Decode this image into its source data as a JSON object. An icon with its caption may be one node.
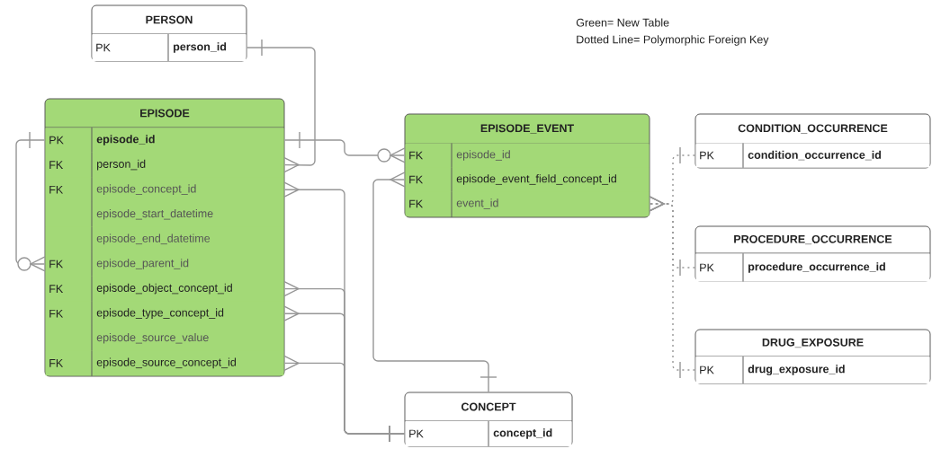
{
  "diagram": {
    "nodes": [
      {
        "text": [
          "PERSON"
        ]
      },
      {
        "text": [
          "PK",
          "person_id"
        ],
        "in": 0
      },
      {
        "text": [
          "EPISODE"
        ]
      },
      {
        "text": [
          "PK",
          "episode_id"
        ],
        "in": 2
      },
      {
        "text": [
          "FK",
          "person_id"
        ],
        "in": 2
      },
      {
        "text": [
          "FK",
          "episode_concept_id"
        ],
        "in": 2
      },
      {
        "text": [
          "episode_start_datetime"
        ],
        "in": 2
      },
      {
        "text": [
          "episode_end_datetime"
        ],
        "in": 2
      },
      {
        "text": [
          "FK",
          "episode_parent_id"
        ],
        "in": 2
      },
      {
        "text": [
          "FK",
          "episode_object_concept_id"
        ],
        "in": 2
      },
      {
        "text": [
          "FK",
          "episode_type_concept_id"
        ],
        "in": 2
      },
      {
        "text": [
          "episode_source_value"
        ],
        "in": 2
      },
      {
        "text": [
          "FK",
          "episode_source_concept_id"
        ],
        "in": 2
      },
      {
        "text": [
          "EPISODE_EVENT"
        ]
      },
      {
        "text": [
          "FK",
          "episode_id"
        ],
        "in": 13
      },
      {
        "text": [
          "FK",
          "episode_event_field_concept_id"
        ],
        "in": 13
      },
      {
        "text": [
          "FK",
          "event_id"
        ],
        "in": 13
      },
      {
        "text": [
          "CONDITION_OCCURRENCE"
        ]
      },
      {
        "text": [
          "PK",
          "condition_occurrence_id"
        ],
        "in": 17
      },
      {
        "text": [
          "PROCEDURE_OCCURRENCE"
        ]
      },
      {
        "text": [
          "PK",
          "procedure_occurrence_id"
        ],
        "in": 19
      },
      {
        "text": [
          "DRUG_EXPOSURE"
        ]
      },
      {
        "text": [
          "PK",
          "drug_exposure_id"
        ],
        "in": 21
      },
      {
        "text": [
          "CONCEPT"
        ]
      },
      {
        "text": [
          "PK",
          "concept_id"
        ],
        "in": 23
      }
    ],
    "edges": [
      {
        "from": 1,
        "to": 4,
        "arrow": "other"
      },
      {
        "from": 3,
        "to": 8,
        "arrow": "other"
      },
      {
        "from": 3,
        "to": 14,
        "arrow": "other"
      },
      {
        "from": 24,
        "to": 5,
        "arrow": "other"
      },
      {
        "from": 24,
        "to": 9,
        "arrow": "other"
      },
      {
        "from": 24,
        "to": 10,
        "arrow": "other"
      },
      {
        "from": 24,
        "to": 12,
        "arrow": "other"
      },
      {
        "from": 23,
        "to": 15,
        "arrow": "other"
      },
      {
        "from": 18,
        "to": 16,
        "arrow": "other",
        "style": "dashed"
      },
      {
        "from": 20,
        "to": 16,
        "arrow": "other",
        "style": "dashed"
      },
      {
        "from": 22,
        "to": 16,
        "arrow": "other",
        "style": "dashed"
      }
    ],
    "labels": [
      "Green= New Table",
      "Dotted Line= Polymorphic Foreign Key"
    ]
  }
}
